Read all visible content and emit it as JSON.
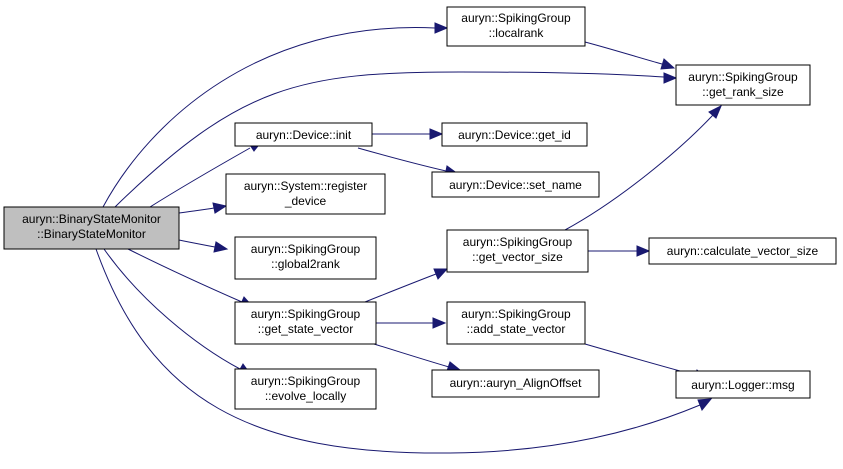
{
  "colors": {
    "edge": "#191970",
    "root_fill": "#bfbfbf",
    "node_fill": "#ffffff",
    "node_border": "#000000"
  },
  "nodes": {
    "root": [
      "auryn::BinaryStateMonitor",
      "::BinaryStateMonitor"
    ],
    "localrank": [
      "auryn::SpikingGroup",
      "::localrank"
    ],
    "get_rank_size": [
      "auryn::SpikingGroup",
      "::get_rank_size"
    ],
    "device_init": [
      "auryn::Device::init"
    ],
    "device_get_id": [
      "auryn::Device::get_id"
    ],
    "device_set_name": [
      "auryn::Device::set_name"
    ],
    "register_device": [
      "auryn::System::register",
      "_device"
    ],
    "global2rank": [
      "auryn::SpikingGroup",
      "::global2rank"
    ],
    "get_vector_size": [
      "auryn::SpikingGroup",
      "::get_vector_size"
    ],
    "calculate_vector_size": [
      "auryn::calculate_vector_size"
    ],
    "get_state_vector": [
      "auryn::SpikingGroup",
      "::get_state_vector"
    ],
    "add_state_vector": [
      "auryn::SpikingGroup",
      "::add_state_vector"
    ],
    "align_offset": [
      "auryn::auryn_AlignOffset"
    ],
    "logger_msg": [
      "auryn::Logger::msg"
    ],
    "evolve_locally": [
      "auryn::SpikingGroup",
      "::evolve_locally"
    ]
  },
  "edges": [
    [
      "root",
      "localrank"
    ],
    [
      "root",
      "get_rank_size"
    ],
    [
      "root",
      "device_init"
    ],
    [
      "root",
      "register_device"
    ],
    [
      "root",
      "global2rank"
    ],
    [
      "root",
      "get_state_vector"
    ],
    [
      "root",
      "evolve_locally"
    ],
    [
      "root",
      "logger_msg"
    ],
    [
      "localrank",
      "get_rank_size"
    ],
    [
      "device_init",
      "device_get_id"
    ],
    [
      "device_init",
      "device_set_name"
    ],
    [
      "get_state_vector",
      "get_vector_size"
    ],
    [
      "get_state_vector",
      "add_state_vector"
    ],
    [
      "get_state_vector",
      "align_offset"
    ],
    [
      "get_vector_size",
      "get_rank_size"
    ],
    [
      "get_vector_size",
      "calculate_vector_size"
    ],
    [
      "add_state_vector",
      "logger_msg"
    ]
  ]
}
